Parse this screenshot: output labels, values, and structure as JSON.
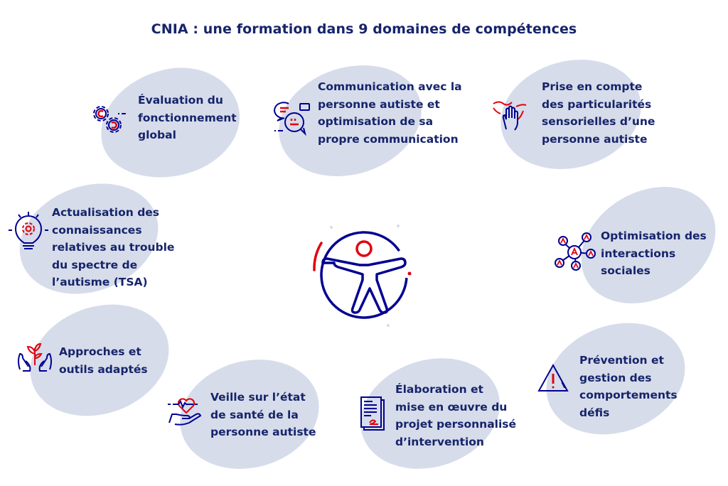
{
  "title": "CNIA : une formation dans 9 domaines de compétences",
  "colors": {
    "navy": "#16246b",
    "icon_blue": "#000091",
    "accent_red": "#e1000f",
    "blob": "#d6dcea",
    "background": "#ffffff"
  },
  "center_icon": "universal-access-person-icon",
  "domains": [
    {
      "icon": "gears-icon",
      "lines": [
        "Évaluation du",
        "fonctionnement",
        "global"
      ]
    },
    {
      "icon": "speech-bubbles-icon",
      "lines": [
        "Communication avec la",
        "personne autiste et",
        "optimisation de sa",
        "propre communication"
      ]
    },
    {
      "icon": "hand-sensory-icon",
      "lines": [
        "Prise en compte",
        "des particularités",
        "sensorielles d’une",
        "personne autiste"
      ]
    },
    {
      "icon": "lightbulb-gear-icon",
      "lines": [
        "Actualisation des",
        "connaissances",
        "relatives au trouble",
        "du spectre de",
        "l’autisme (TSA)"
      ]
    },
    {
      "icon": "network-people-icon",
      "lines": [
        "Optimisation des",
        "interactions",
        "sociales"
      ]
    },
    {
      "icon": "hands-plant-icon",
      "lines": [
        "Approches et",
        "outils adaptés"
      ]
    },
    {
      "icon": "hand-heart-icon",
      "lines": [
        "Veille sur l’état",
        "de santé de la",
        "personne autiste"
      ]
    },
    {
      "icon": "document-signature-icon",
      "lines": [
        "Élaboration et",
        "mise en œuvre du",
        "projet personnalisé",
        "d’intervention"
      ]
    },
    {
      "icon": "warning-triangle-icon",
      "lines": [
        "Prévention et",
        "gestion des",
        "comportements",
        "défis"
      ]
    }
  ]
}
